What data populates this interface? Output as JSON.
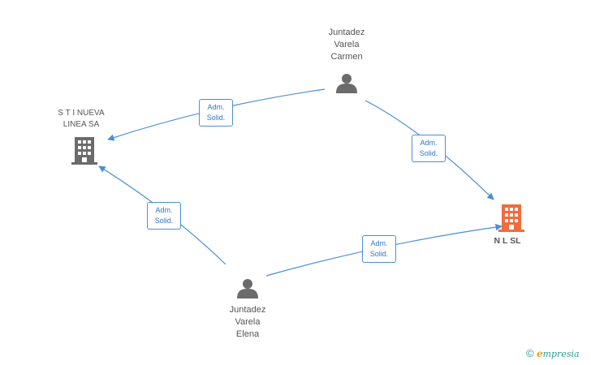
{
  "nodes": {
    "carmen": {
      "lines": [
        "Juntadez",
        "Varela",
        "Carmen"
      ],
      "type": "person"
    },
    "elena": {
      "lines": [
        "Juntadez",
        "Varela",
        "Elena"
      ],
      "type": "person"
    },
    "stinueva": {
      "lines": [
        "S T I NUEVA",
        "LINEA SA"
      ],
      "type": "company"
    },
    "nlsl": {
      "lines": [
        "N L SL"
      ],
      "type": "company-focus"
    }
  },
  "edges": [
    {
      "id": "carmen-stinueva",
      "label": [
        "Adm.",
        "Solid."
      ]
    },
    {
      "id": "carmen-nlsl",
      "label": [
        "Adm.",
        "Solid."
      ]
    },
    {
      "id": "elena-stinueva",
      "label": [
        "Adm.",
        "Solid."
      ]
    },
    {
      "id": "elena-nlsl",
      "label": [
        "Adm.",
        "Solid."
      ]
    }
  ],
  "colors": {
    "edge": "#4a8fd6",
    "person_icon": "#6b6b6b",
    "company_icon": "#6b6b6b",
    "focus_icon": "#f26b3a"
  },
  "brand": {
    "copyright": "©",
    "e": "e",
    "rest": "mpresia"
  }
}
